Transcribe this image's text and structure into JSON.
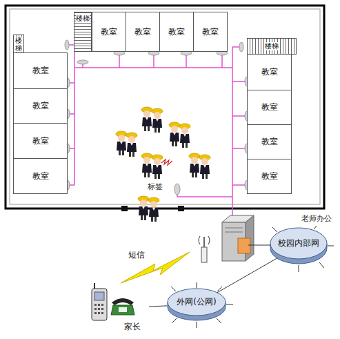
{
  "diagram": {
    "nodes": [
      {
        "text": [
          "楼梯"
        ]
      },
      {
        "text": [
          "教室"
        ]
      },
      {
        "text": [
          "教室"
        ]
      },
      {
        "text": [
          "教室"
        ]
      },
      {
        "text": [
          "教室"
        ]
      },
      {
        "text": [
          "楼梯"
        ]
      },
      {
        "text": [
          "楼梯"
        ]
      },
      {
        "text": [
          "教室"
        ]
      },
      {
        "text": [
          "教室"
        ]
      },
      {
        "text": [
          "教室"
        ]
      },
      {
        "text": [
          "教室"
        ]
      },
      {
        "text": [
          "教室"
        ]
      },
      {
        "text": [
          "教室"
        ]
      },
      {
        "text": [
          "教室"
        ]
      },
      {
        "text": [
          "教室"
        ]
      },
      {
        "text": [
          "校园内部网"
        ]
      },
      {
        "text": [
          "外网(公网)"
        ]
      },
      {
        "text": [
          "家长"
        ]
      }
    ],
    "edges": [
      {
        "from": 15,
        "to": 16,
        "arrow": "none"
      },
      {
        "from": 16,
        "to": 17,
        "arrow": "none"
      }
    ],
    "labels": [
      "标签",
      "短信",
      "老师办公"
    ]
  }
}
